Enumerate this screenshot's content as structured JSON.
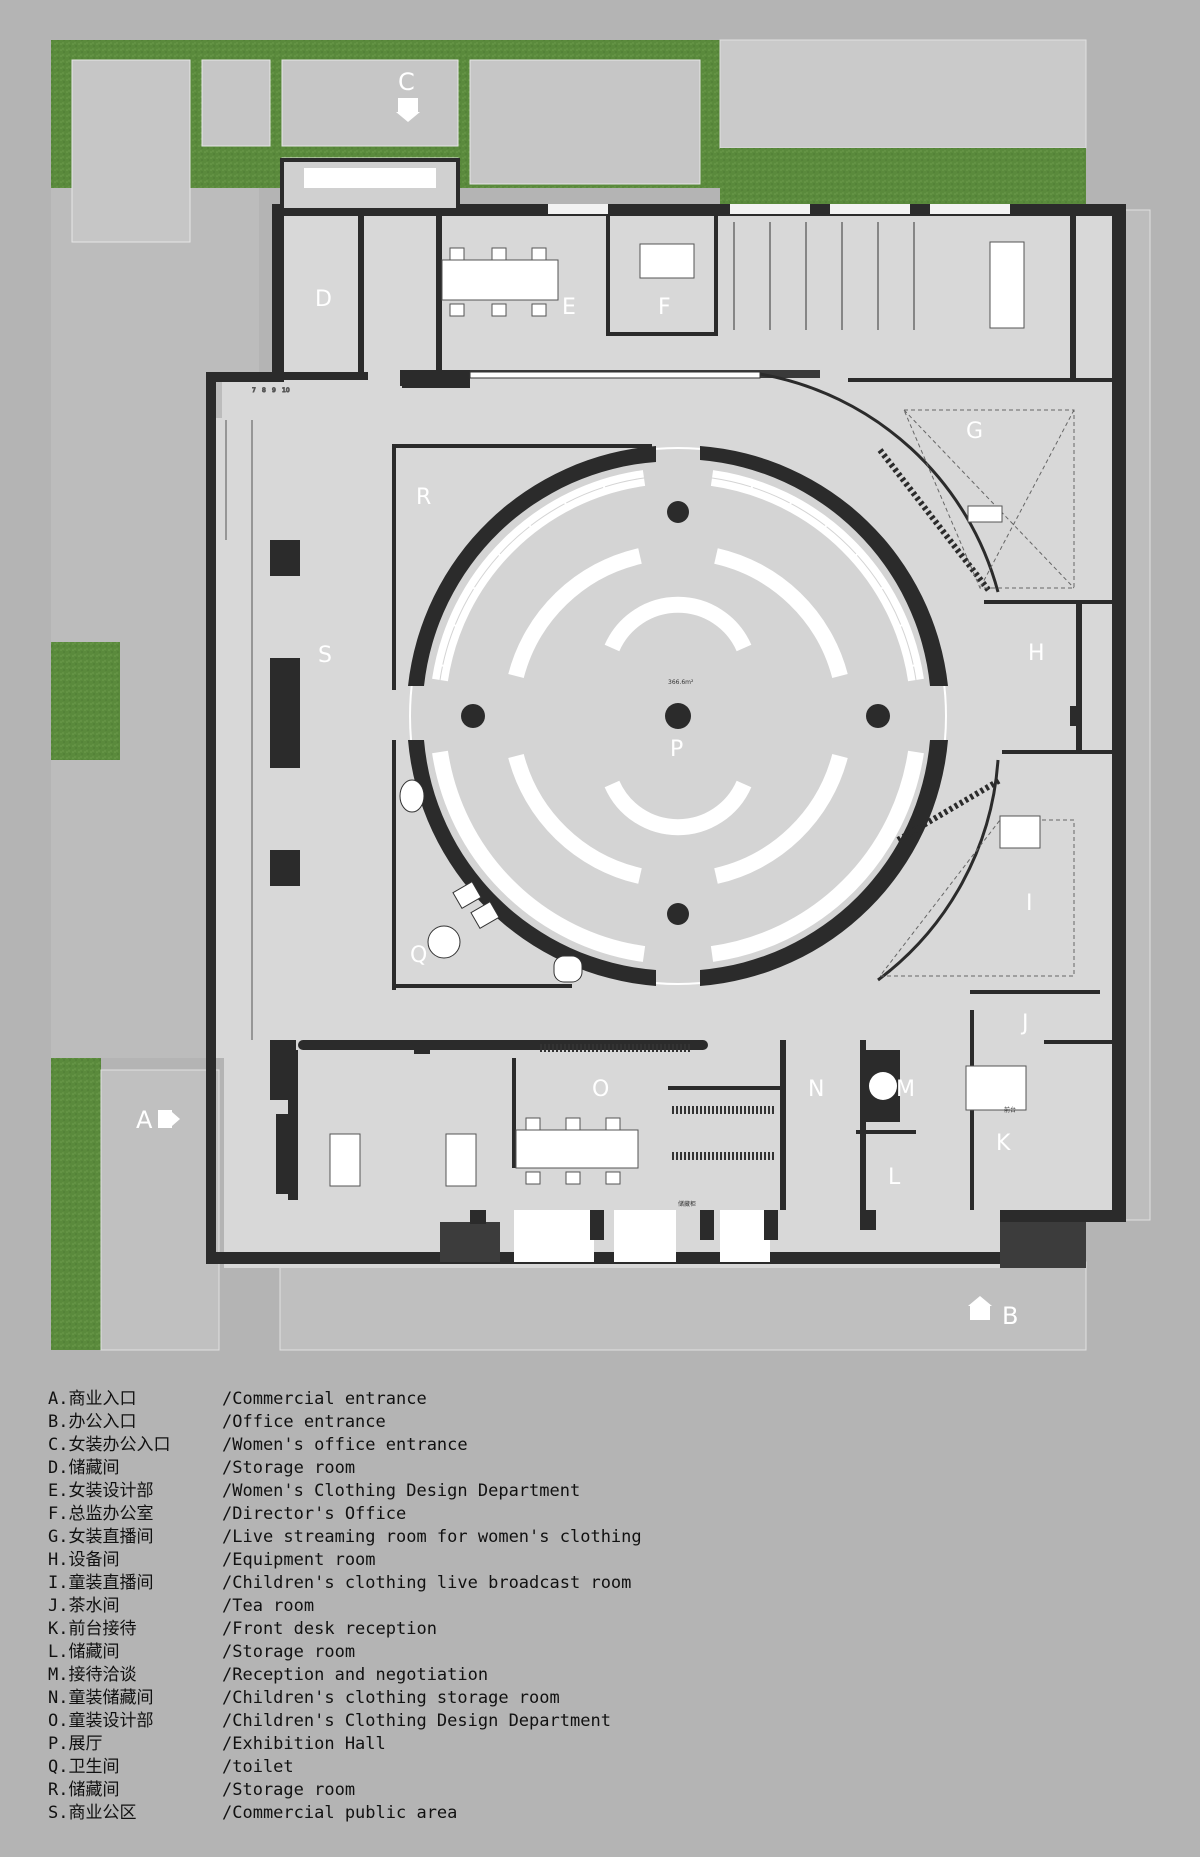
{
  "plan": {
    "entrances": [
      {
        "key": "A",
        "label": "A"
      },
      {
        "key": "B",
        "label": "B"
      },
      {
        "key": "C",
        "label": "C"
      }
    ],
    "rooms": [
      "D",
      "E",
      "F",
      "G",
      "H",
      "I",
      "J",
      "K",
      "L",
      "M",
      "N",
      "O",
      "P",
      "Q",
      "R",
      "S"
    ],
    "hall_area_label": "366.6m²",
    "reception_desk_label": "前台",
    "storage_label": "储藏柜",
    "stair_numbers": [
      "7",
      "8",
      "9",
      "10"
    ]
  },
  "legend": {
    "items": [
      {
        "code": "A.商业入口",
        "en": "/Commercial entrance"
      },
      {
        "code": "B.办公入口",
        "en": "/Office entrance"
      },
      {
        "code": "C.女装办公入口",
        "en": "/Women's office entrance"
      },
      {
        "code": "D.储藏间",
        "en": "/Storage room"
      },
      {
        "code": "E.女装设计部",
        "en": "/Women's Clothing Design Department"
      },
      {
        "code": "F.总监办公室",
        "en": "/Director's Office"
      },
      {
        "code": "G.女装直播间",
        "en": "/Live streaming room for women's clothing"
      },
      {
        "code": "H.设备间",
        "en": "/Equipment room"
      },
      {
        "code": "I.童装直播间",
        "en": "/Children's clothing live broadcast room"
      },
      {
        "code": "J.茶水间",
        "en": "/Tea room"
      },
      {
        "code": "K.前台接待",
        "en": "/Front desk reception"
      },
      {
        "code": "L.储藏间",
        "en": "/Storage room"
      },
      {
        "code": "M.接待洽谈",
        "en": "/Reception and negotiation"
      },
      {
        "code": "N.童装储藏间",
        "en": "/Children's clothing storage room"
      },
      {
        "code": "O.童装设计部",
        "en": "/Children's Clothing Design Department"
      },
      {
        "code": "P.展厅",
        "en": "/Exhibition Hall"
      },
      {
        "code": "Q.卫生间",
        "en": "/toilet"
      },
      {
        "code": "R.储藏间",
        "en": "/Storage room"
      },
      {
        "code": "S.商业公区",
        "en": "/Commercial public area"
      }
    ]
  },
  "colors": {
    "background": "#b4b4b4",
    "floor": "#d8d8d8",
    "wall": "#2b2b2b",
    "grass": "#5c8a3e",
    "paving": "#c4c4c4",
    "furniture": "#ffffff"
  }
}
